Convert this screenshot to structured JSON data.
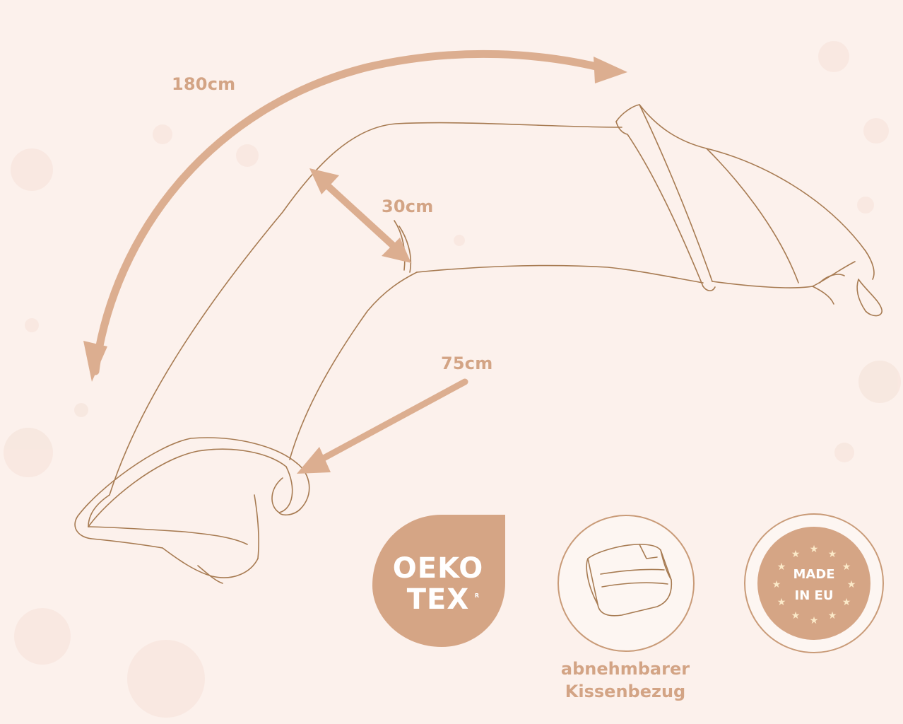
{
  "dimensions": {
    "length_label": "180cm",
    "width_label": "30cm",
    "circumference_label": "75cm"
  },
  "badges": {
    "oeko_tex": {
      "line1": "OEKO",
      "line2": "TEX",
      "mark": "R"
    },
    "removable_cover": {
      "caption_line1": "abnehmbarer",
      "caption_line2": "Kissenbezug"
    },
    "made_in_eu": {
      "line1": "MADE",
      "line2": "IN EU"
    }
  },
  "colors": {
    "background": "#fcf1ec",
    "accent": "#d3a485",
    "outline": "#a77b52",
    "badge_fill": "#d5a585"
  },
  "icons": [
    "pillow-outline-icon",
    "folded-cover-icon",
    "stars-ring-icon"
  ]
}
